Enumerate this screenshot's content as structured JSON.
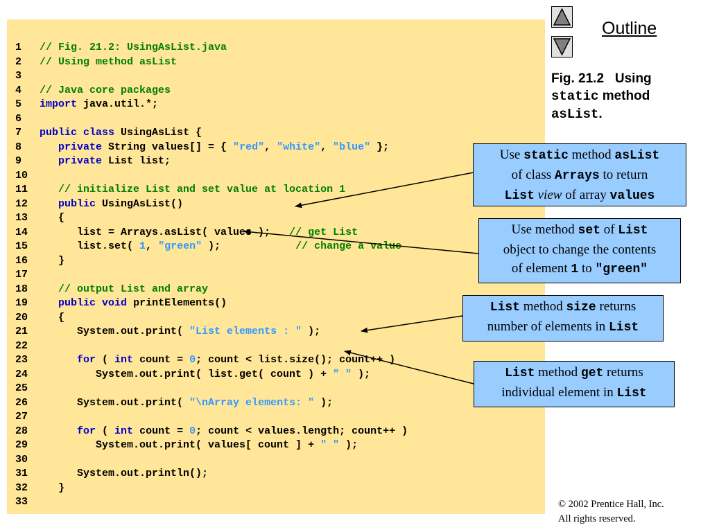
{
  "nav": {
    "up_icon": "triangle-up",
    "down_icon": "triangle-down",
    "outline_label": "Outline"
  },
  "caption": {
    "fig_label": "Fig. 21.2",
    "text1": "Using",
    "code1": "static",
    "text2": "method",
    "code2": "asList",
    "end": "."
  },
  "code_lines": [
    [
      [
        "comment",
        "// Fig. 21.2: UsingAsList.java"
      ]
    ],
    [
      [
        "comment",
        "// Using method asList"
      ]
    ],
    [],
    [
      [
        "comment",
        "// Java core packages"
      ]
    ],
    [
      [
        "keyword",
        "import"
      ],
      [
        "plain",
        " java.util.*;"
      ]
    ],
    [],
    [
      [
        "keyword",
        "public"
      ],
      [
        "plain",
        " "
      ],
      [
        "keyword",
        "class"
      ],
      [
        "plain",
        " UsingAsList {"
      ]
    ],
    [
      [
        "plain",
        "   "
      ],
      [
        "keyword",
        "private"
      ],
      [
        "plain",
        " String values[] = { "
      ],
      [
        "string",
        "\"red\""
      ],
      [
        "plain",
        ", "
      ],
      [
        "string",
        "\"white\""
      ],
      [
        "plain",
        ", "
      ],
      [
        "string",
        "\"blue\""
      ],
      [
        "plain",
        " };"
      ]
    ],
    [
      [
        "plain",
        "   "
      ],
      [
        "keyword",
        "private"
      ],
      [
        "plain",
        " List list;"
      ]
    ],
    [],
    [
      [
        "plain",
        "   "
      ],
      [
        "comment",
        "// initialize List and set value at location 1"
      ]
    ],
    [
      [
        "plain",
        "   "
      ],
      [
        "keyword",
        "public"
      ],
      [
        "plain",
        " UsingAsList()"
      ]
    ],
    [
      [
        "plain",
        "   {"
      ]
    ],
    [
      [
        "plain",
        "      list = Arrays.asList( values );   "
      ],
      [
        "comment",
        "// get List"
      ]
    ],
    [
      [
        "plain",
        "      list.set( "
      ],
      [
        "number",
        "1"
      ],
      [
        "plain",
        ", "
      ],
      [
        "string",
        "\"green\""
      ],
      [
        "plain",
        " );            "
      ],
      [
        "comment",
        "// change a value"
      ]
    ],
    [
      [
        "plain",
        "   }"
      ]
    ],
    [],
    [
      [
        "plain",
        "   "
      ],
      [
        "comment",
        "// output List and array"
      ]
    ],
    [
      [
        "plain",
        "   "
      ],
      [
        "keyword",
        "public"
      ],
      [
        "plain",
        " "
      ],
      [
        "keyword",
        "void"
      ],
      [
        "plain",
        " printElements()"
      ]
    ],
    [
      [
        "plain",
        "   {"
      ]
    ],
    [
      [
        "plain",
        "      System.out.print( "
      ],
      [
        "string",
        "\"List elements : \""
      ],
      [
        "plain",
        " );"
      ]
    ],
    [],
    [
      [
        "plain",
        "      "
      ],
      [
        "keyword",
        "for"
      ],
      [
        "plain",
        " ( "
      ],
      [
        "keyword",
        "int"
      ],
      [
        "plain",
        " count = "
      ],
      [
        "number",
        "0"
      ],
      [
        "plain",
        "; count < list.size(); count++ )"
      ]
    ],
    [
      [
        "plain",
        "         System.out.print( list.get( count ) + "
      ],
      [
        "string",
        "\" \""
      ],
      [
        "plain",
        " );"
      ]
    ],
    [],
    [
      [
        "plain",
        "      System.out.print( "
      ],
      [
        "string",
        "\"\\nArray elements: \""
      ],
      [
        "plain",
        " );"
      ]
    ],
    [],
    [
      [
        "plain",
        "      "
      ],
      [
        "keyword",
        "for"
      ],
      [
        "plain",
        " ( "
      ],
      [
        "keyword",
        "int"
      ],
      [
        "plain",
        " count = "
      ],
      [
        "number",
        "0"
      ],
      [
        "plain",
        "; count < values.length; count++ )"
      ]
    ],
    [
      [
        "plain",
        "         System.out.print( values[ count ] + "
      ],
      [
        "string",
        "\" \""
      ],
      [
        "plain",
        " );"
      ]
    ],
    [],
    [
      [
        "plain",
        "      System.out.println();"
      ]
    ],
    [
      [
        "plain",
        "   }"
      ]
    ],
    []
  ],
  "callouts": {
    "aslist": {
      "l1a": "Use ",
      "l1b": "static",
      "l1c": " method ",
      "l1d": "asList",
      "l2a": "of class ",
      "l2b": "Arrays",
      "l2c": " to return",
      "l3a": "List",
      "l3b": " ",
      "l3c": "view",
      "l3d": " of array ",
      "l3e": "values"
    },
    "set": {
      "l1a": "Use method ",
      "l1b": "set",
      "l1c": " of ",
      "l1d": "List",
      "l2": "object to change the contents",
      "l3a": "of element ",
      "l3b": "1",
      "l3c": " to ",
      "l3d": "\"green\""
    },
    "size": {
      "l1a": "List",
      "l1b": " method ",
      "l1c": "size",
      "l1d": " returns",
      "l2a": "number of elements in ",
      "l2b": "List"
    },
    "get": {
      "l1a": "List",
      "l1b": " method ",
      "l1c": "get",
      "l1d": " returns",
      "l2a": "individual element in ",
      "l2b": "List"
    }
  },
  "copyright": {
    "symbol": "©",
    "line1": " 2002 Prentice Hall, Inc.",
    "line2": "All rights reserved."
  },
  "colors": {
    "code_background": "#ffe699",
    "callout_background": "#99ccff",
    "comment": "#008000",
    "keyword": "#0000c8",
    "string": "#3399ff"
  }
}
